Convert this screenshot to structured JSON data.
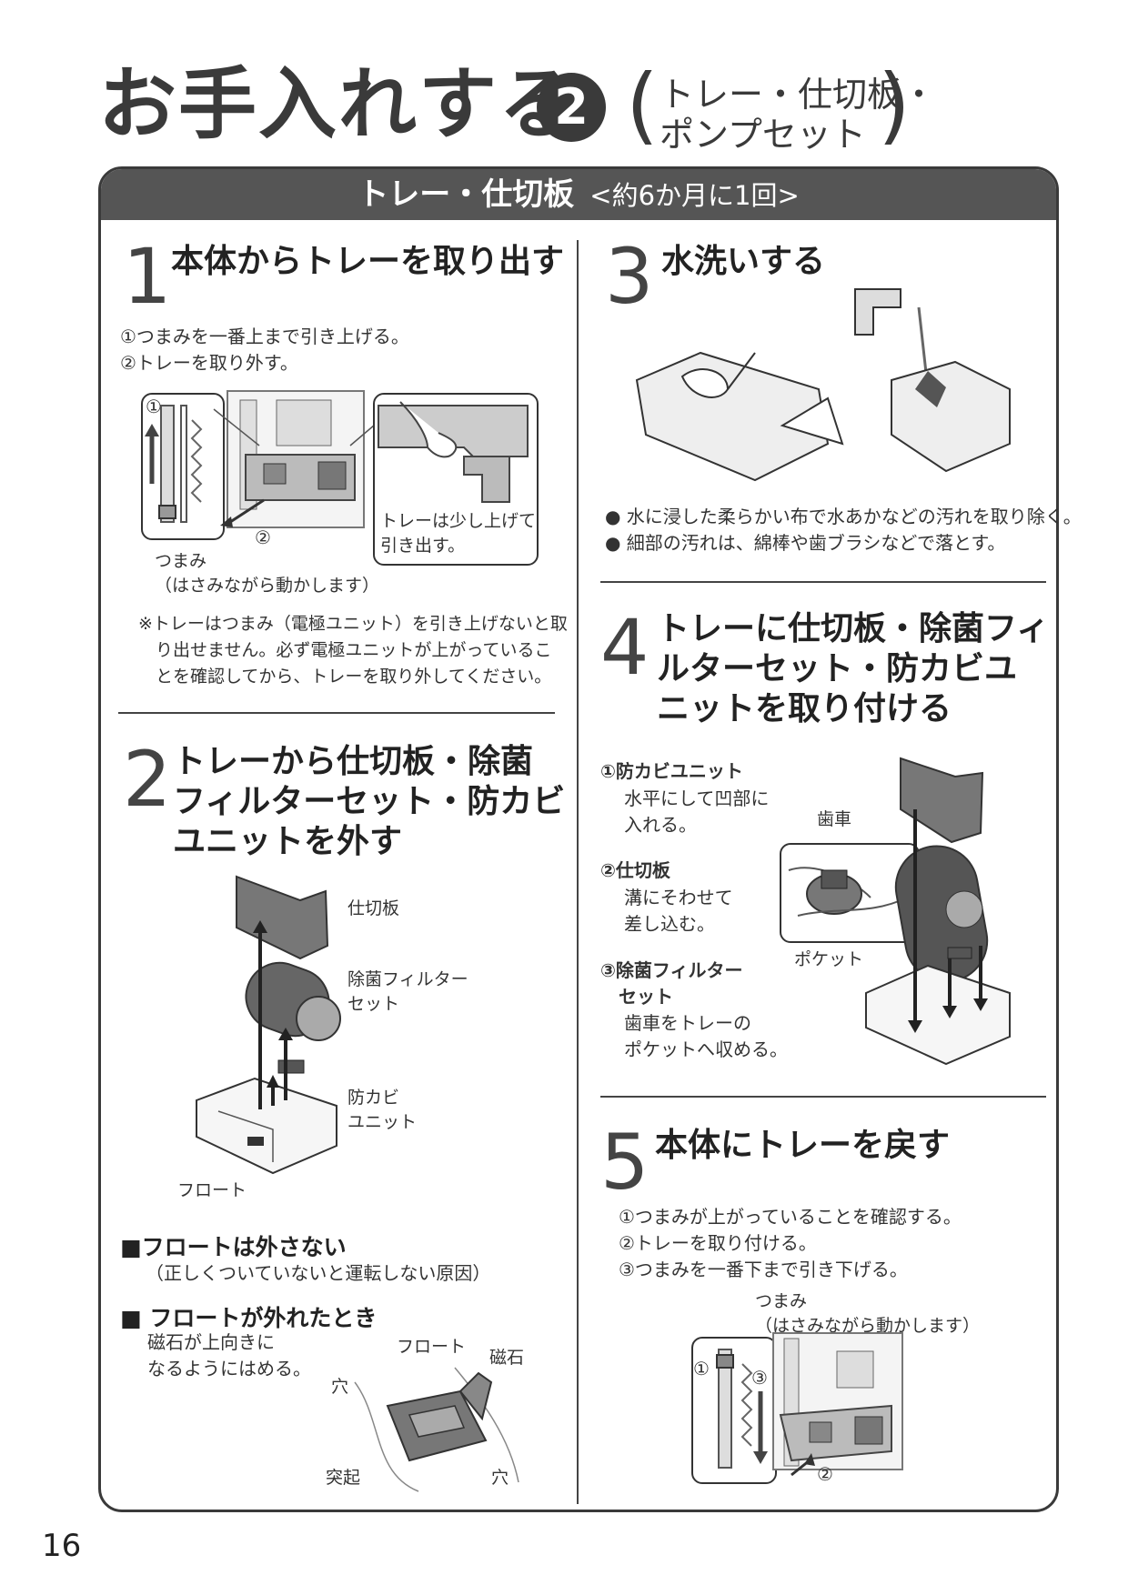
{
  "title": {
    "main": "お手入れする",
    "number": "2",
    "paren_open": "(",
    "subtitle": "トレー・仕切板・\nポンプセット",
    "paren_close": ")"
  },
  "section": {
    "title": "トレー・仕切板",
    "frequency": "<約6か月に1回>"
  },
  "step1": {
    "number": "1",
    "heading": "本体からトレーを取り出す",
    "instructions": "①つまみを一番上まで引き上げる。\n②トレーを取り外す。",
    "fig_label_1": "①",
    "fig_label_2": "②",
    "callout": "トレーは少し上げて\n引き出す。",
    "knob_label": "つまみ\n（はさみながら動かします）",
    "note": "※トレーはつまみ（電極ユニット）を引き上げないと取\n　り出せません。必ず電極ユニットが上がっているこ\n　とを確認してから、トレーを取り外してください。"
  },
  "step2": {
    "number": "2",
    "heading": "トレーから仕切板・除菌\nフィルターセット・防カビ\nユニットを外す",
    "label_partition": "仕切板",
    "label_filter": "除菌フィルター\nセット",
    "label_mold": "防カビ\nユニット",
    "label_float": "フロート",
    "float_heading": "■フロートは外さない",
    "float_reason": "（正しくついていないと運転しない原因）",
    "detached_heading": "■ フロートが外れたとき",
    "detached_text": "磁石が上向きに\nなるようにはめる。",
    "label_float2": "フロート",
    "label_magnet": "磁石",
    "label_hole1": "穴",
    "label_hole2": "穴",
    "label_protrusion": "突起"
  },
  "step3": {
    "number": "3",
    "heading": "水洗いする",
    "bullets": [
      "● 水に浸した柔らかい布で水あかなどの汚れを取り除く。",
      "● 細部の汚れは、綿棒や歯ブラシなどで落とす。"
    ]
  },
  "step4": {
    "number": "4",
    "heading": "トレーに仕切板・除菌フィ\nルターセット・防カビユ\nニットを取り付ける",
    "item1_title": "①防カビユニット",
    "item1_text": "水平にして凹部に\n入れる。",
    "item2_title": "②仕切板",
    "item2_text": "溝にそわせて\n差し込む。",
    "item3_title": "③除菌フィルター\n　セット",
    "item3_text": "歯車をトレーの\nポケットへ収める。",
    "label_gear": "歯車",
    "label_pocket": "ポケット"
  },
  "step5": {
    "number": "5",
    "heading": "本体にトレーを戻す",
    "instructions": "①つまみが上がっていることを確認する。\n②トレーを取り付ける。\n③つまみを一番下まで引き下げる。",
    "knob_label": "つまみ\n（はさみながら動かします）",
    "fig_label_1": "①",
    "fig_label_2": "②",
    "fig_label_3": "③"
  },
  "page_number": "16"
}
